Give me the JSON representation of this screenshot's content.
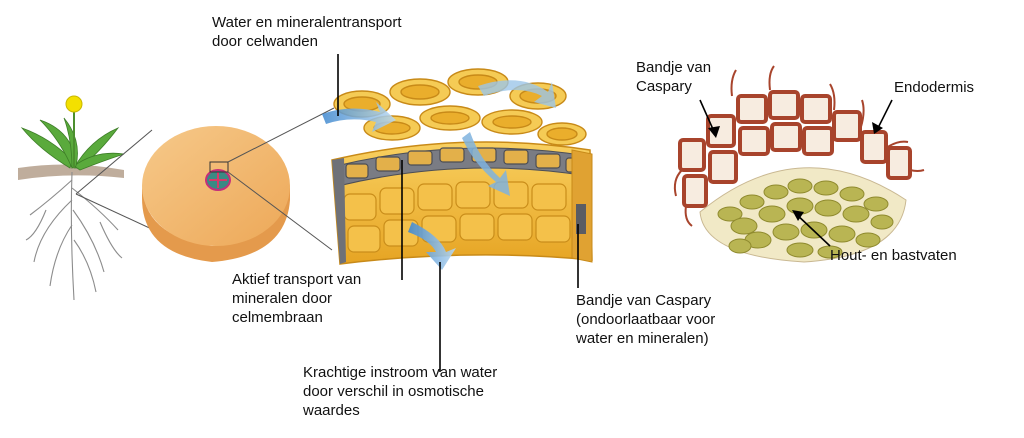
{
  "labels": {
    "water_mineral_transport": "Water en mineralentransport\ndoor celwanden",
    "active_transport": "Aktief transport van\nmineralen door\ncelmembraan",
    "strong_inflow": "Krachtige instroom van water\ndoor verschil in osmotische\nwaardes",
    "casparian_strip_main": "Bandje van Caspary\n(ondoorlaatbaar voor\nwater en mineralen)",
    "casparian_strip_top": "Bandje van\nCaspary",
    "endodermis": "Endodermis",
    "xylem_phloem": "Hout- en bastvaten"
  },
  "colors": {
    "cell_yellow": "#f1b93a",
    "cell_dark": "#d99a1e",
    "cell_wall_grey": "#6b6d74",
    "arrow_blue": "#7fb3de",
    "disk_orange": "#f0b36a",
    "endo_red": "#b5472e",
    "vessel_green": "#b7b453",
    "plant_green": "#58a83c",
    "flower_yellow": "#f3e000"
  }
}
